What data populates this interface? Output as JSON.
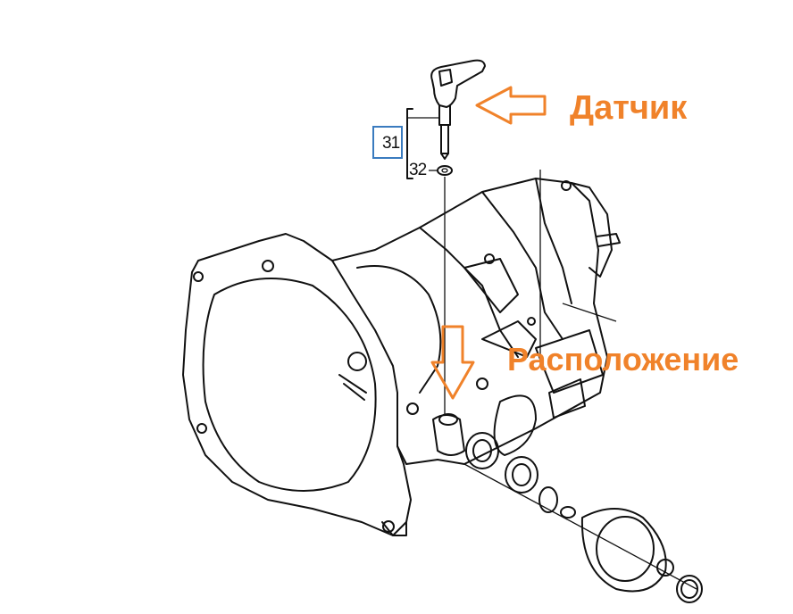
{
  "labels": {
    "sensor": "Датчик",
    "location": "Расположение"
  },
  "callouts": {
    "part_31": "31",
    "part_32": "32"
  },
  "colors": {
    "annotation": "#f0822a",
    "highlight_box": "#3a7bbf",
    "line": "#111111"
  },
  "icons": [
    "arrow-left-icon",
    "arrow-down-icon"
  ]
}
